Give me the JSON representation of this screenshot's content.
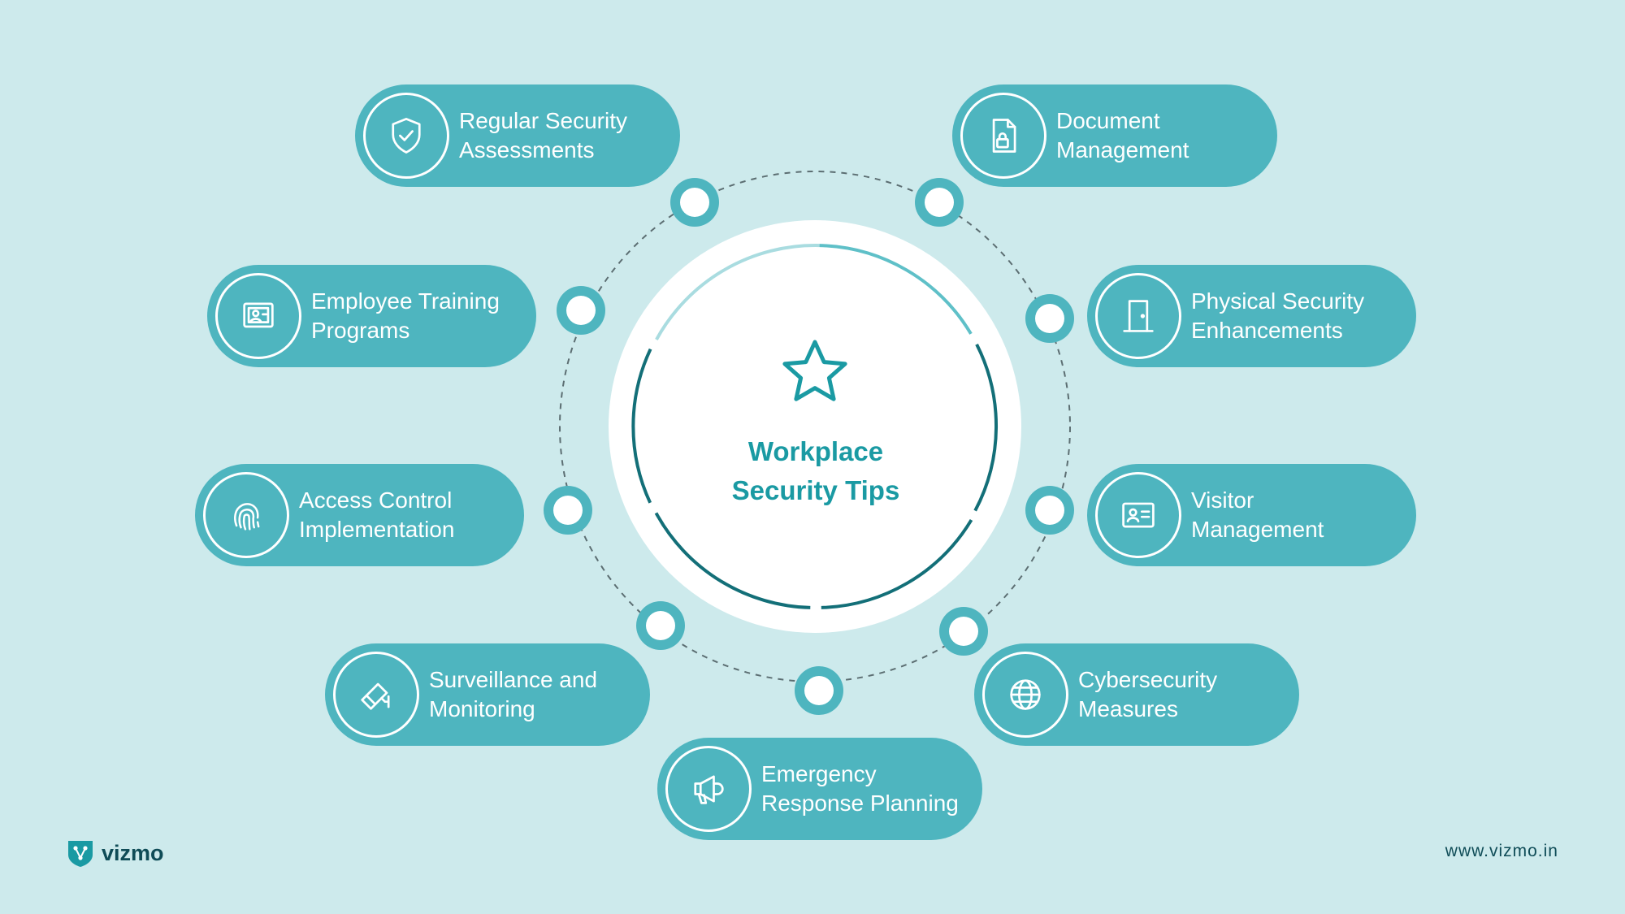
{
  "center": {
    "title_line1": "Workplace",
    "title_line2": "Security Tips",
    "icon": "star-icon"
  },
  "tips": [
    {
      "id": "regular-security-assessments",
      "line1": "Regular Security",
      "line2": "Assessments",
      "icon": "shield-check-icon"
    },
    {
      "id": "document-management",
      "line1": "Document",
      "line2": "Management",
      "icon": "document-lock-icon"
    },
    {
      "id": "employee-training-programs",
      "line1": "Employee Training",
      "line2": "Programs",
      "icon": "presentation-icon"
    },
    {
      "id": "physical-security-enhancements",
      "line1": "Physical Security",
      "line2": "Enhancements",
      "icon": "door-icon"
    },
    {
      "id": "access-control-implementation",
      "line1": "Access Control",
      "line2": "Implementation",
      "icon": "fingerprint-icon"
    },
    {
      "id": "visitor-management",
      "line1": "Visitor",
      "line2": "Management",
      "icon": "id-card-icon"
    },
    {
      "id": "surveillance-and-monitoring",
      "line1": "Surveillance and",
      "line2": "Monitoring",
      "icon": "cctv-camera-icon"
    },
    {
      "id": "cybersecurity-measures",
      "line1": "Cybersecurity",
      "line2": "Measures",
      "icon": "globe-icon"
    },
    {
      "id": "emergency-response-planning",
      "line1": "Emergency",
      "line2": "Response Planning",
      "icon": "megaphone-icon"
    }
  ],
  "footer": {
    "brand": "vizmo",
    "brand_icon": "vizmo-logo-icon",
    "url": "www.vizmo.in"
  },
  "colors": {
    "background": "#cdeaec",
    "pill": "#4eb5bf",
    "accent_dark": "#136f78",
    "title": "#1a9aa3",
    "brand": "#0f4c57"
  }
}
